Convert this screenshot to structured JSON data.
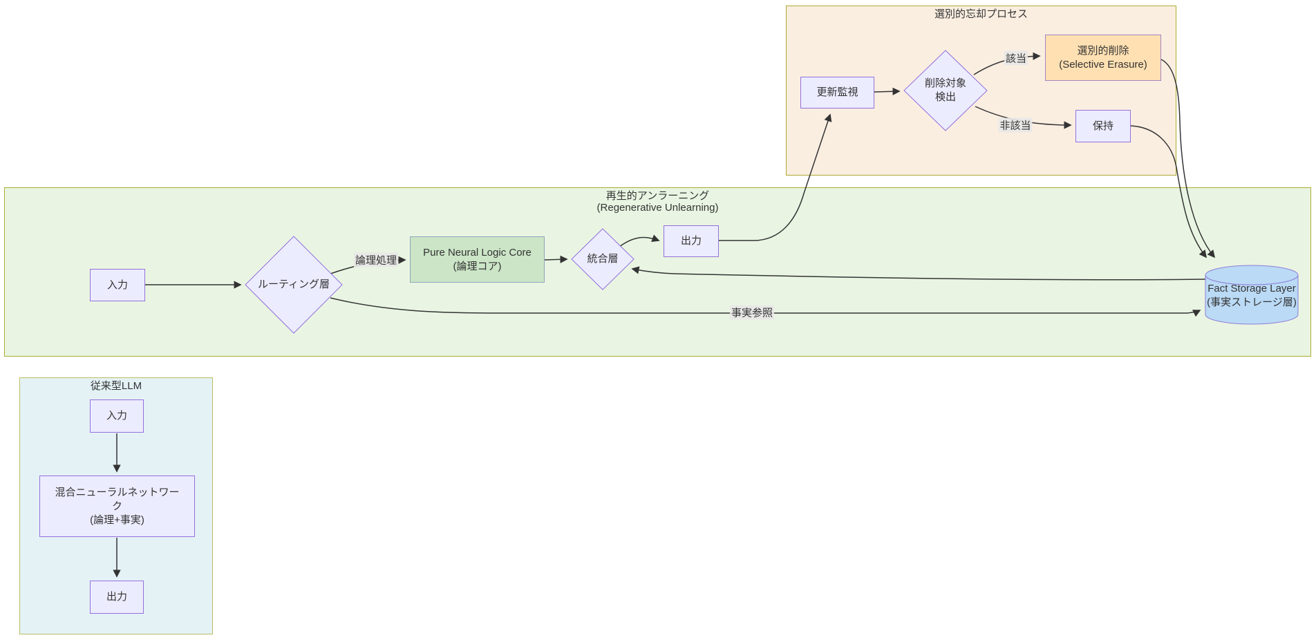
{
  "diagram": {
    "subgraphs": {
      "selective": {
        "title": "選別的忘却プロセス"
      },
      "regen": {
        "title": [
          "再生的アンラーニング",
          "(Regenerative Unlearning)"
        ]
      },
      "legacy": {
        "title": "従来型LLM"
      }
    },
    "nodes": {
      "regen_input": {
        "label": "入力"
      },
      "routing": {
        "label": "ルーティング層"
      },
      "logic_core": {
        "label": [
          "Pure Neural Logic Core",
          "(論理コア)"
        ]
      },
      "integration": {
        "label": "統合層"
      },
      "regen_output": {
        "label": "出力"
      },
      "fact_storage": {
        "label": [
          "Fact Storage Layer",
          "(事実ストレージ層)"
        ]
      },
      "monitor": {
        "label": "更新監視"
      },
      "detect": {
        "label": [
          "削除対象",
          "検出"
        ]
      },
      "erasure": {
        "label": [
          "選別的削除",
          "(Selective Erasure)"
        ]
      },
      "keep": {
        "label": "保持"
      },
      "legacy_input": {
        "label": "入力"
      },
      "legacy_mixed": {
        "label": [
          "混合ニューラルネットワー",
          "ク",
          "(論理+事実)"
        ]
      },
      "legacy_output": {
        "label": "出力"
      }
    },
    "edge_labels": {
      "logic_process": "論理処理",
      "fact_reference": "事実参照",
      "match": "該当",
      "no_match": "非該当"
    },
    "colors": {
      "node_fill": "#ececff",
      "node_border": "#9370db",
      "logic_core_fill": "#cbe5c6",
      "erasure_fill": "#ffe0b2",
      "storage_fill": "#badaf5",
      "storage_border": "#8e7cd8",
      "selective_bg": "#faeee1",
      "regen_bg": "#e9f5e2",
      "legacy_bg": "#e4f2f6",
      "subgraph_border": "#abab33",
      "edge_stroke": "#333333"
    }
  }
}
